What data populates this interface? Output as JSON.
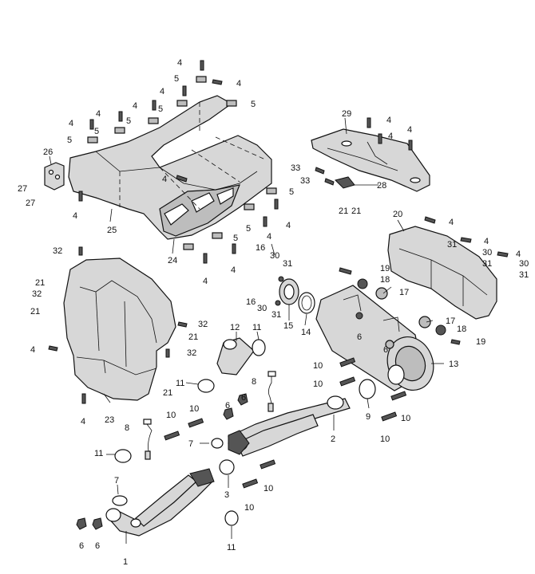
{
  "labels": [
    {
      "id": "l1",
      "t": "1"
    },
    {
      "id": "l2",
      "t": "2"
    },
    {
      "id": "l3",
      "t": "3"
    },
    {
      "id": "l4a",
      "t": "4"
    },
    {
      "id": "l4b",
      "t": "4"
    },
    {
      "id": "l4c",
      "t": "4"
    },
    {
      "id": "l4d",
      "t": "4"
    },
    {
      "id": "l4e",
      "t": "4"
    },
    {
      "id": "l4f",
      "t": "4"
    },
    {
      "id": "l4g",
      "t": "4"
    },
    {
      "id": "l4h",
      "t": "4"
    },
    {
      "id": "l4i",
      "t": "4"
    },
    {
      "id": "l4j",
      "t": "4"
    },
    {
      "id": "l4k",
      "t": "4"
    },
    {
      "id": "l4l",
      "t": "4"
    },
    {
      "id": "l4m",
      "t": "4"
    },
    {
      "id": "l4n",
      "t": "4"
    },
    {
      "id": "l4o",
      "t": "4"
    },
    {
      "id": "l4p",
      "t": "4"
    },
    {
      "id": "l4q",
      "t": "4"
    },
    {
      "id": "l4r",
      "t": "4"
    },
    {
      "id": "l4s",
      "t": "4"
    },
    {
      "id": "l4t",
      "t": "4"
    },
    {
      "id": "l5a",
      "t": "5"
    },
    {
      "id": "l5b",
      "t": "5"
    },
    {
      "id": "l5c",
      "t": "5"
    },
    {
      "id": "l5d",
      "t": "5"
    },
    {
      "id": "l5e",
      "t": "5"
    },
    {
      "id": "l5f",
      "t": "5"
    },
    {
      "id": "l5g",
      "t": "5"
    },
    {
      "id": "l5h",
      "t": "5"
    },
    {
      "id": "l5i",
      "t": "5"
    },
    {
      "id": "l6a",
      "t": "6"
    },
    {
      "id": "l6b",
      "t": "6"
    },
    {
      "id": "l6c",
      "t": "6"
    },
    {
      "id": "l6d",
      "t": "6"
    },
    {
      "id": "l6e",
      "t": "6"
    },
    {
      "id": "l6f",
      "t": "6"
    },
    {
      "id": "l7a",
      "t": "7"
    },
    {
      "id": "l7b",
      "t": "7"
    },
    {
      "id": "l8a",
      "t": "8"
    },
    {
      "id": "l8b",
      "t": "8"
    },
    {
      "id": "l9",
      "t": "9"
    },
    {
      "id": "l10a",
      "t": "10"
    },
    {
      "id": "l10b",
      "t": "10"
    },
    {
      "id": "l10c",
      "t": "10"
    },
    {
      "id": "l10d",
      "t": "10"
    },
    {
      "id": "l10e",
      "t": "10"
    },
    {
      "id": "l10f",
      "t": "10"
    },
    {
      "id": "l10g",
      "t": "10"
    },
    {
      "id": "l10h",
      "t": "10"
    },
    {
      "id": "l10i",
      "t": "10"
    },
    {
      "id": "l11a",
      "t": "11"
    },
    {
      "id": "l11b",
      "t": "11"
    },
    {
      "id": "l11c",
      "t": "11"
    },
    {
      "id": "l11d",
      "t": "11"
    },
    {
      "id": "l12",
      "t": "12"
    },
    {
      "id": "l13",
      "t": "13"
    },
    {
      "id": "l14",
      "t": "14"
    },
    {
      "id": "l15",
      "t": "15"
    },
    {
      "id": "l16a",
      "t": "16"
    },
    {
      "id": "l16b",
      "t": "16"
    },
    {
      "id": "l17a",
      "t": "17"
    },
    {
      "id": "l17b",
      "t": "17"
    },
    {
      "id": "l18a",
      "t": "18"
    },
    {
      "id": "l18b",
      "t": "18"
    },
    {
      "id": "l19a",
      "t": "19"
    },
    {
      "id": "l19b",
      "t": "19"
    },
    {
      "id": "l20",
      "t": "20"
    },
    {
      "id": "l21a",
      "t": "21"
    },
    {
      "id": "l21b",
      "t": "21"
    },
    {
      "id": "l21c",
      "t": "21"
    },
    {
      "id": "l21d",
      "t": "21"
    },
    {
      "id": "l21e",
      "t": "21"
    },
    {
      "id": "l21f",
      "t": "21"
    },
    {
      "id": "l23",
      "t": "23"
    },
    {
      "id": "l24",
      "t": "24"
    },
    {
      "id": "l25",
      "t": "25"
    },
    {
      "id": "l26",
      "t": "26"
    },
    {
      "id": "l27a",
      "t": "27"
    },
    {
      "id": "l27b",
      "t": "27"
    },
    {
      "id": "l28",
      "t": "28"
    },
    {
      "id": "l29",
      "t": "29"
    },
    {
      "id": "l30a",
      "t": "30"
    },
    {
      "id": "l30b",
      "t": "30"
    },
    {
      "id": "l30c",
      "t": "30"
    },
    {
      "id": "l30d",
      "t": "30"
    },
    {
      "id": "l31a",
      "t": "31"
    },
    {
      "id": "l31b",
      "t": "31"
    },
    {
      "id": "l31c",
      "t": "31"
    },
    {
      "id": "l31d",
      "t": "31"
    },
    {
      "id": "l31e",
      "t": "31"
    },
    {
      "id": "l32a",
      "t": "32"
    },
    {
      "id": "l32b",
      "t": "32"
    },
    {
      "id": "l32c",
      "t": "32"
    },
    {
      "id": "l32d",
      "t": "32"
    },
    {
      "id": "l33a",
      "t": "33"
    },
    {
      "id": "l33b",
      "t": "33"
    }
  ]
}
